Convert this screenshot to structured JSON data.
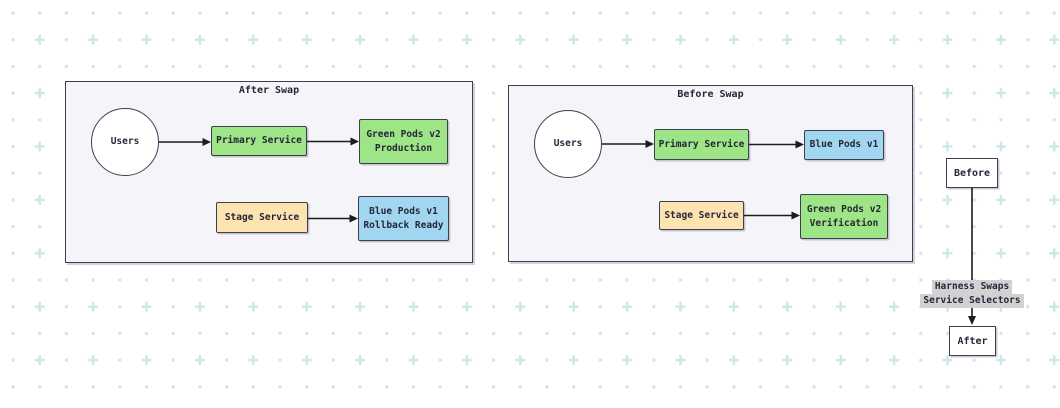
{
  "background": {
    "pattern": "dot-plus-grid",
    "dot_color": "#d4e3ec",
    "plus_color": "#cfe5e9"
  },
  "colors": {
    "canvas_bg": "#ffffff",
    "group_fill": "#f5f5f9",
    "shape_border": "#3e3e53",
    "green_fill": "#9de586",
    "blue_fill": "#a0d6f0",
    "tan_fill": "#fce3b0",
    "arrow": "#1c1c1c",
    "edge_label_bg": "#d2d2d2",
    "text": "#262639"
  },
  "groups": [
    {
      "title": "After Swap",
      "users": "Users",
      "primary_service": "Primary Service",
      "primary_target": "Green Pods v2\nProduction",
      "stage_service": "Stage Service",
      "stage_target": "Blue Pods v1\nRollback Ready"
    },
    {
      "title": "Before Swap",
      "users": "Users",
      "primary_service": "Primary Service",
      "primary_target": "Blue Pods v1",
      "stage_service": "Stage Service",
      "stage_target": "Green Pods v2\nVerification"
    }
  ],
  "transition": {
    "from_label": "Before",
    "to_label": "After",
    "edge_label": [
      "Harness Swaps",
      "Service Selectors"
    ]
  }
}
